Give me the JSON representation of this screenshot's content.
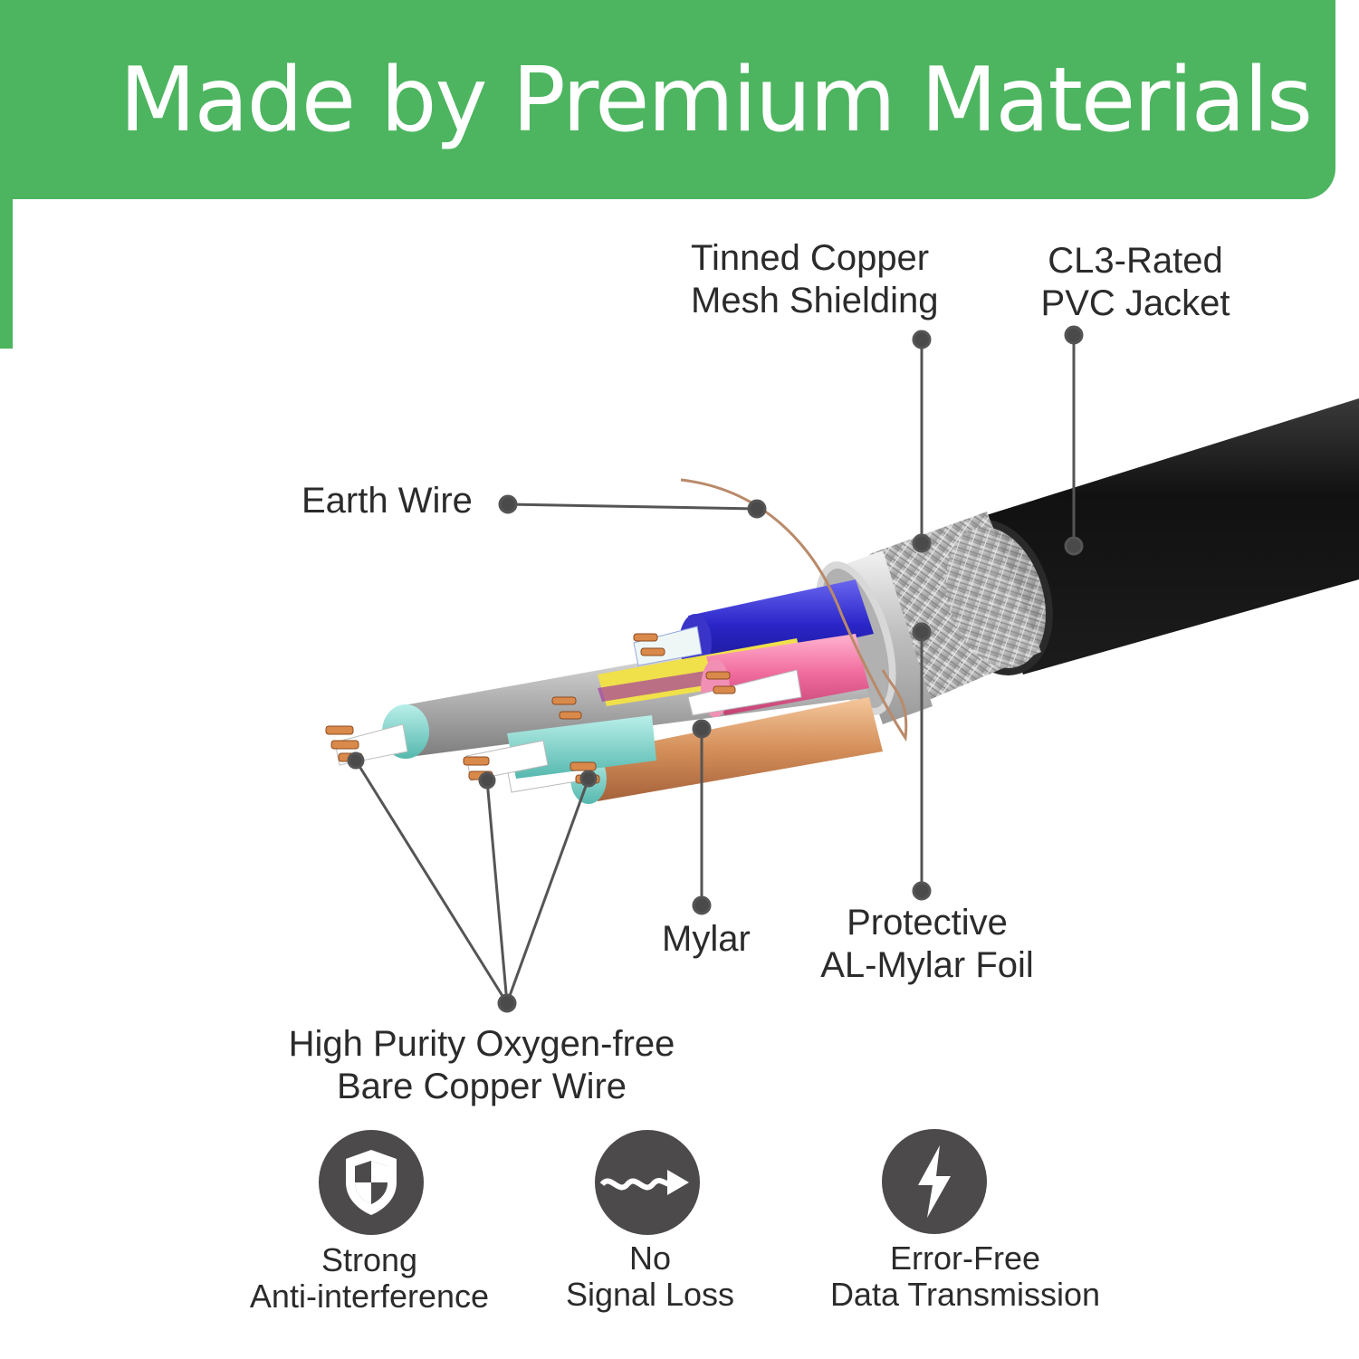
{
  "banner": {
    "title": "Made by Premium Materials",
    "color": "#4db560"
  },
  "labels": {
    "tinned_copper": [
      "Tinned Copper",
      "Mesh Shielding"
    ],
    "cl3_jacket": [
      "CL3-Rated",
      "PVC Jacket"
    ],
    "earth_wire": "Earth Wire",
    "mylar": "Mylar",
    "protective_foil": [
      "Protective",
      "AL-Mylar Foil"
    ],
    "copper_wire": [
      "High Purity Oxygen-free",
      "Bare Copper Wire"
    ]
  },
  "features": [
    {
      "icon": "shield-icon",
      "lines": [
        "Strong",
        "Anti-interference"
      ]
    },
    {
      "icon": "wave-arrow-icon",
      "lines": [
        "No",
        "Signal Loss"
      ]
    },
    {
      "icon": "lightning-icon",
      "lines": [
        "Error-Free",
        "Data Transmission"
      ]
    }
  ],
  "colors": {
    "icon_bg": "#4d4a4b",
    "leader_line": "#555555",
    "cable_jacket": "#151515"
  }
}
